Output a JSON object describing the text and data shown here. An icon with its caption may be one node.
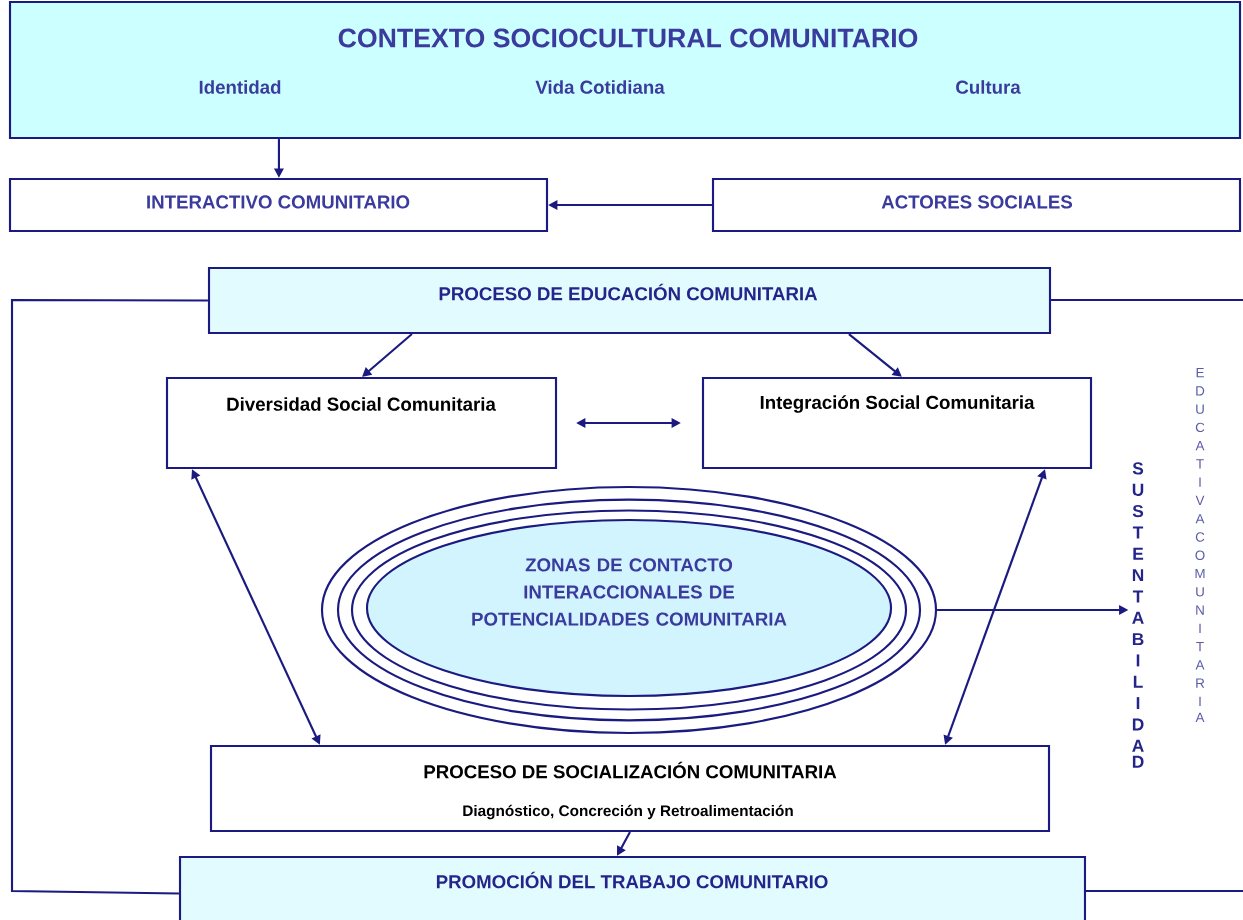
{
  "diagram": {
    "nodes": [
      {
        "text": [
          "CONTEXTO SOCIOCULTURAL COMUNITARIO",
          "Identidad",
          "Vida Cotidiana",
          "Cultura"
        ]
      },
      {
        "text": [
          "INTERACTIVO COMUNITARIO"
        ]
      },
      {
        "text": [
          "ACTORES SOCIALES"
        ]
      },
      {
        "text": [
          "PROCESO DE EDUCACIÓN COMUNITARIA"
        ]
      },
      {
        "text": [
          "Diversidad Social Comunitaria"
        ]
      },
      {
        "text": [
          "Integración Social Comunitaria"
        ]
      },
      {
        "text": [
          "ZONAS DE CONTACTO INTERACCIONALES DE POTENCIALIDADES COMUNITARIA"
        ]
      },
      {
        "text": [
          "SUSTENTABILIDAD"
        ]
      },
      {
        "text": [
          "PROCESO DE SOCIALIZACIÓN COMUNITARIA",
          "Diagnóstico, Concreción y Retroalimentación"
        ]
      },
      {
        "text": [
          "PROMOCIÓN DEL TRABAJO COMUNITARIO"
        ]
      }
    ],
    "edges": [
      {
        "from": 0,
        "to": 1,
        "arrow": "to"
      },
      {
        "from": 2,
        "to": 1,
        "arrow": "to"
      },
      {
        "from": 3,
        "to": 4,
        "arrow": "to"
      },
      {
        "from": 3,
        "to": 5,
        "arrow": "to"
      },
      {
        "from": 4,
        "to": 5,
        "arrow": "both"
      },
      {
        "from": 4,
        "to": 8,
        "arrow": "both"
      },
      {
        "from": 5,
        "to": 8,
        "arrow": "both"
      },
      {
        "from": 6,
        "to": 7,
        "arrow": "to"
      },
      {
        "from": 8,
        "to": 9,
        "arrow": "to"
      },
      {
        "from": 3,
        "to": 9,
        "arrow": "none"
      }
    ],
    "labels": [
      "EDUCATIVA COMUNITARIA"
    ]
  }
}
